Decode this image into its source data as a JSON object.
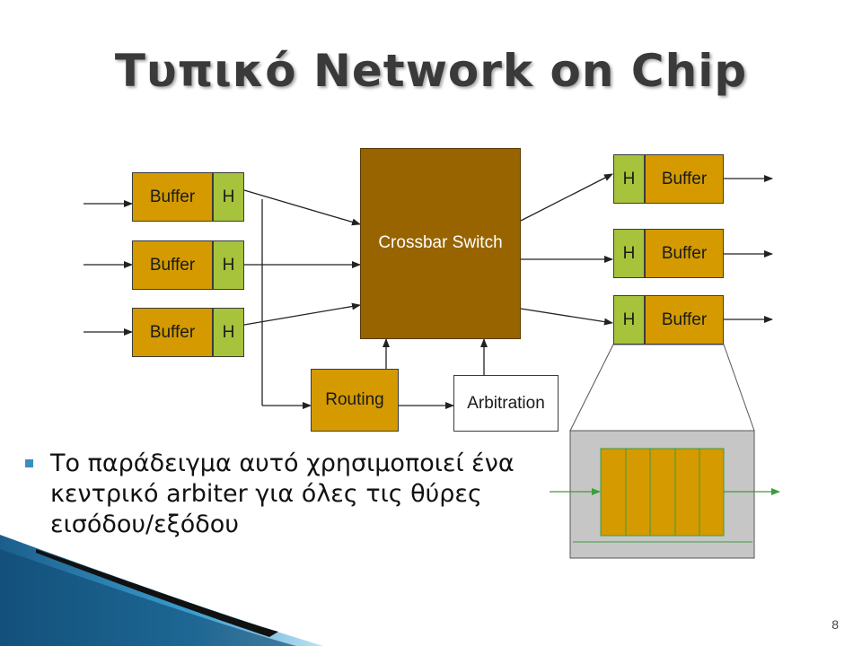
{
  "slide": {
    "title": "Τυπικό Network on Chip",
    "bullet": "Το παράδειγμα αυτό χρησιμοποιεί ένα κεντρικό arbiter για όλες τις θύρες εισόδου/εξόδου",
    "page_number": "8"
  },
  "diagram": {
    "input_buffer_label": "Buffer",
    "header_label": "H",
    "crossbar_label": "Crossbar Switch",
    "routing_label": "Routing",
    "arbitration_label": "Arbitration",
    "output_buffer_label": "Buffer"
  },
  "colors": {
    "buffer": "#d49a00",
    "header": "#a7c23b",
    "crossbar": "#976400",
    "accent_blue": "#3b8fc0"
  }
}
